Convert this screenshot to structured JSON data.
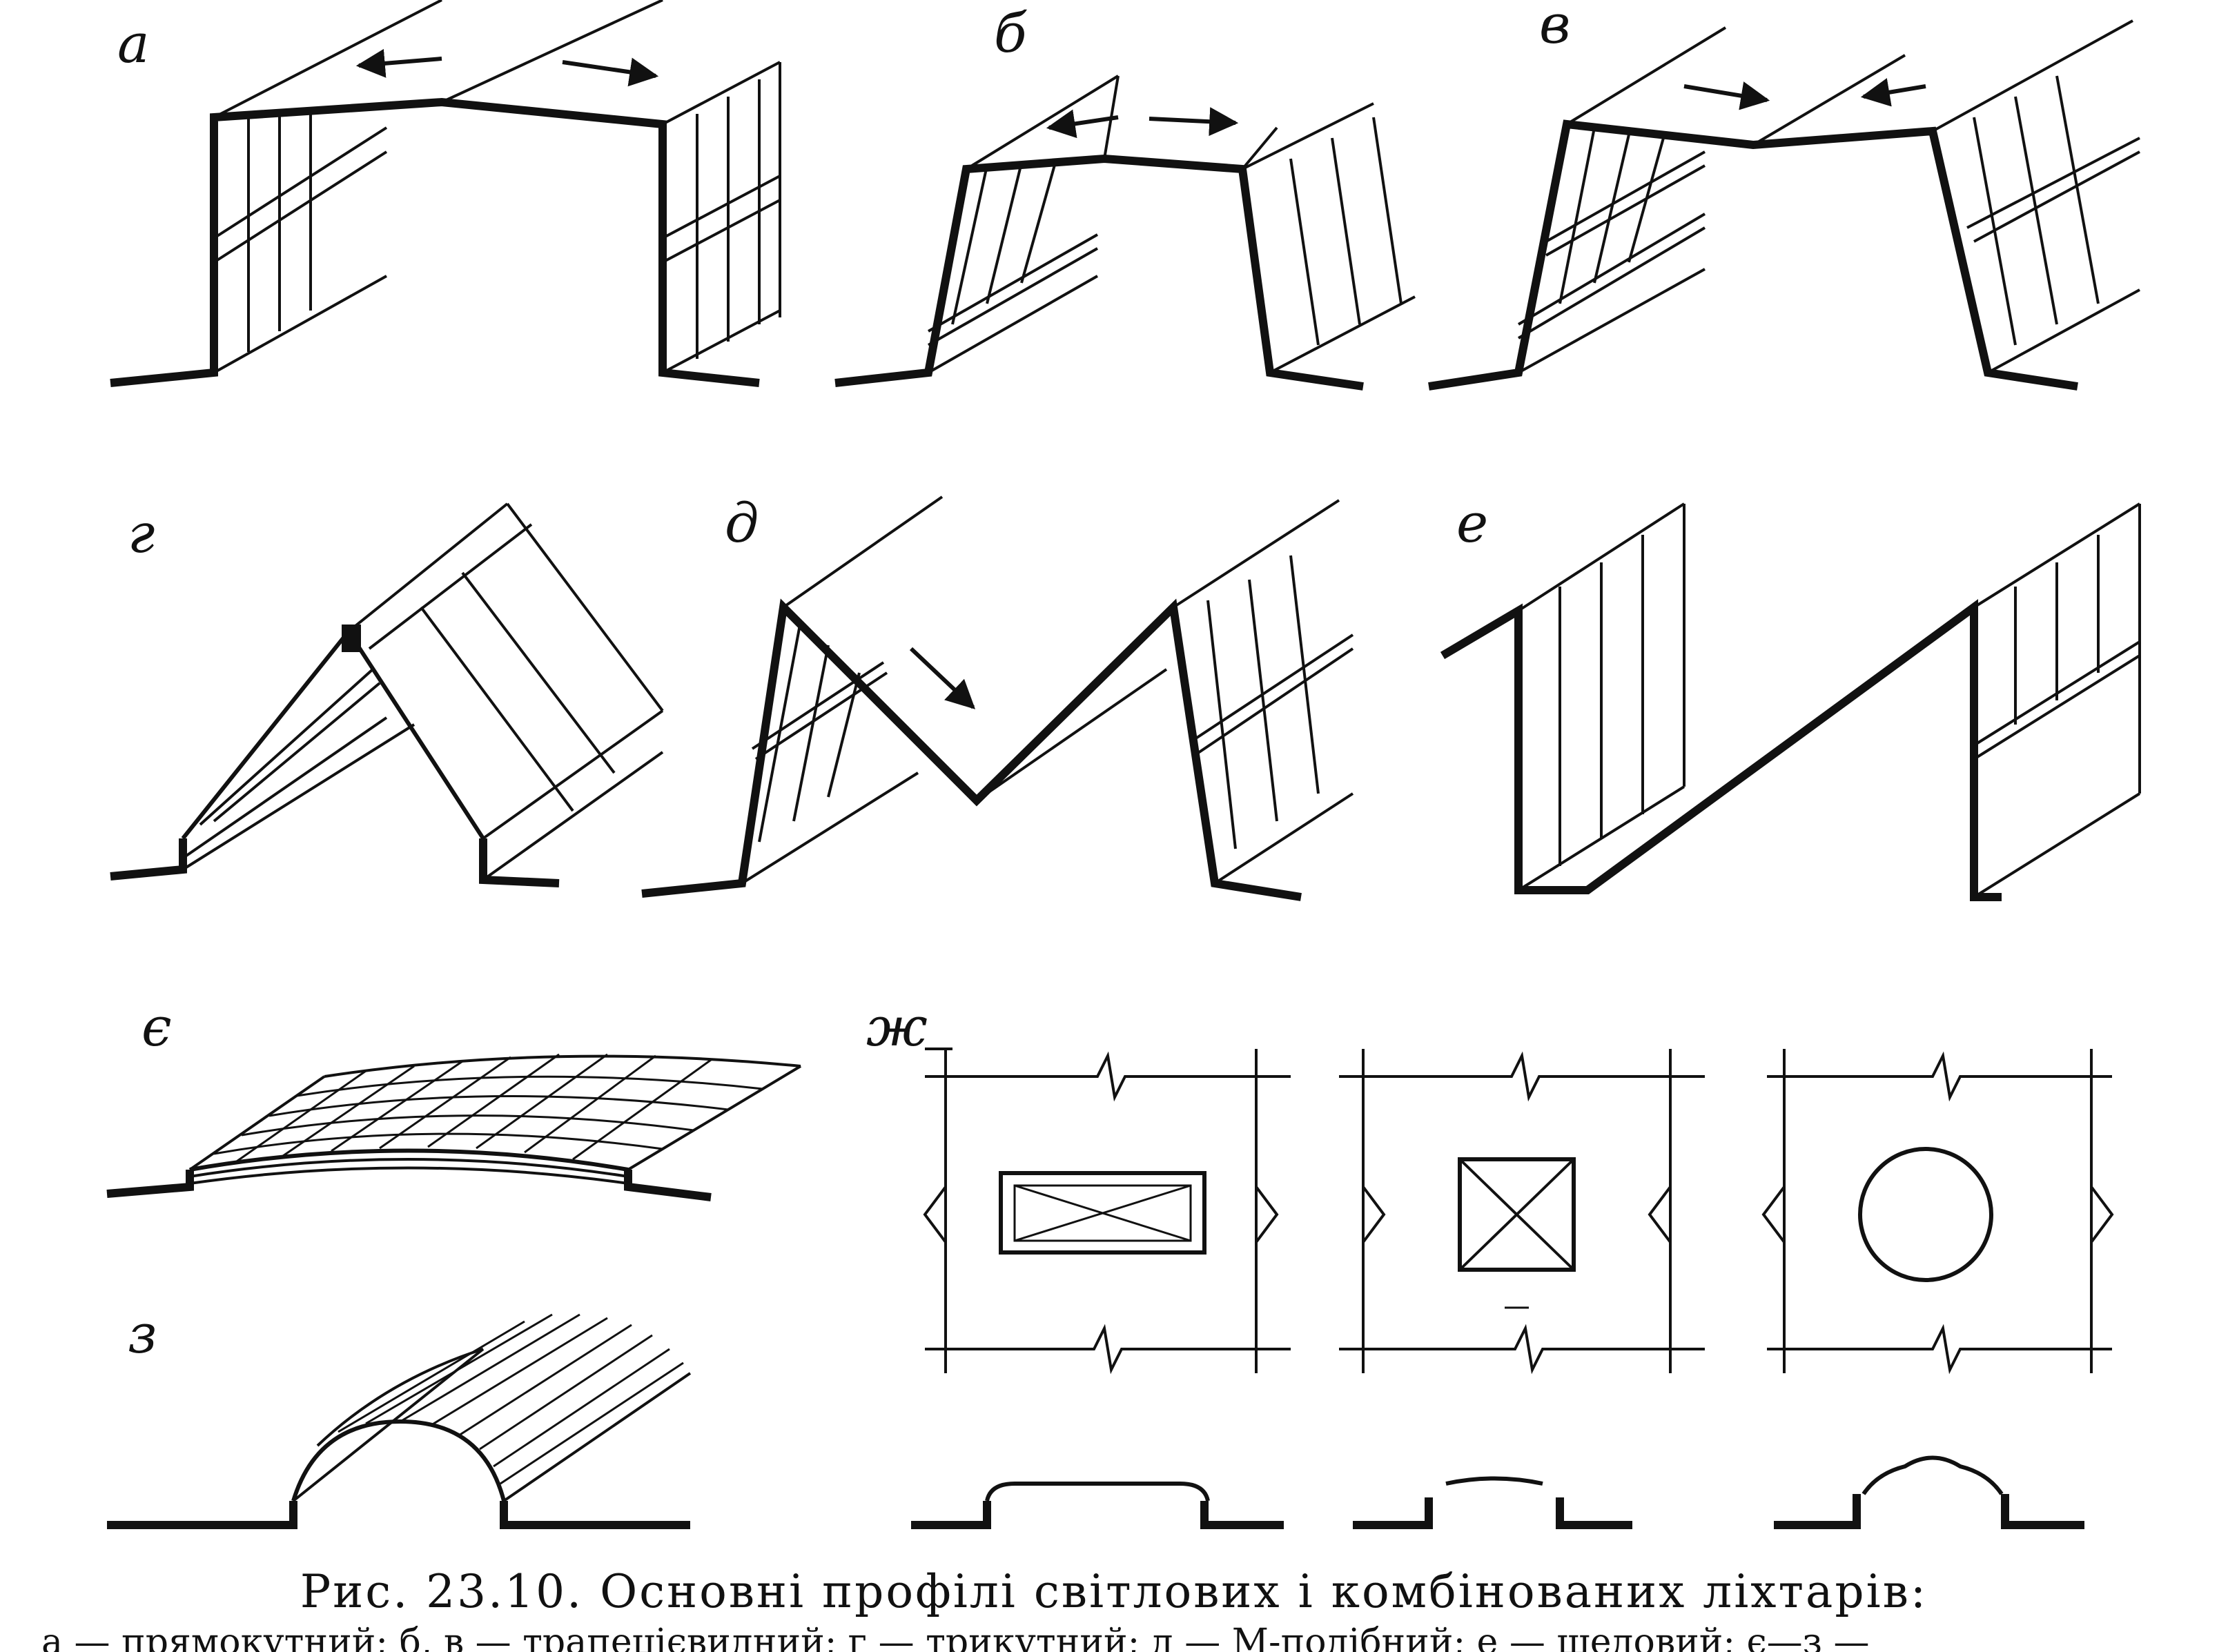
{
  "figure": {
    "panels": [
      {
        "id": "a",
        "label": "а"
      },
      {
        "id": "b",
        "label": "б"
      },
      {
        "id": "v",
        "label": "в"
      },
      {
        "id": "g",
        "label": "г"
      },
      {
        "id": "d",
        "label": "д"
      },
      {
        "id": "e",
        "label": "е"
      },
      {
        "id": "ye",
        "label": "є"
      },
      {
        "id": "zh",
        "label": "ж"
      },
      {
        "id": "z",
        "label": "з"
      }
    ]
  },
  "caption": {
    "title": "Рис. 23.10. Основні профілі світлових і комбінованих  ліхтарів:",
    "subtitle": "а — прямокутний; б, в — трапецієвидний; г — трикутний; д — М-подібний; е — шедовий; є—з —"
  }
}
